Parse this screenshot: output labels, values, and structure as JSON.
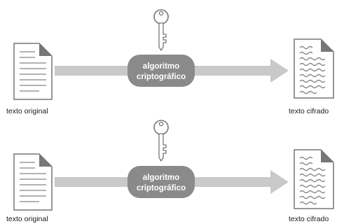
{
  "rows": [
    {
      "input_label": "texto original",
      "algorithm_line1": "algoritmo",
      "algorithm_line2": "criptográfico",
      "output_label": "texto cifrado",
      "icons": {
        "input": "document-icon",
        "key": "key-icon",
        "output": "encrypted-document-icon"
      }
    },
    {
      "input_label": "texto original",
      "algorithm_line1": "algoritmo",
      "algorithm_line2": "criptográfico",
      "output_label": "texto cifrado",
      "icons": {
        "input": "document-icon",
        "key": "key-icon",
        "output": "encrypted-document-icon"
      }
    }
  ],
  "colors": {
    "arrow": "#c9c9c9",
    "algorithm_box": "#8a8a8a",
    "algorithm_text": "#ffffff",
    "document_outline": "#777777",
    "document_lines": "#9a9a9a",
    "document_corner": "#777777"
  }
}
